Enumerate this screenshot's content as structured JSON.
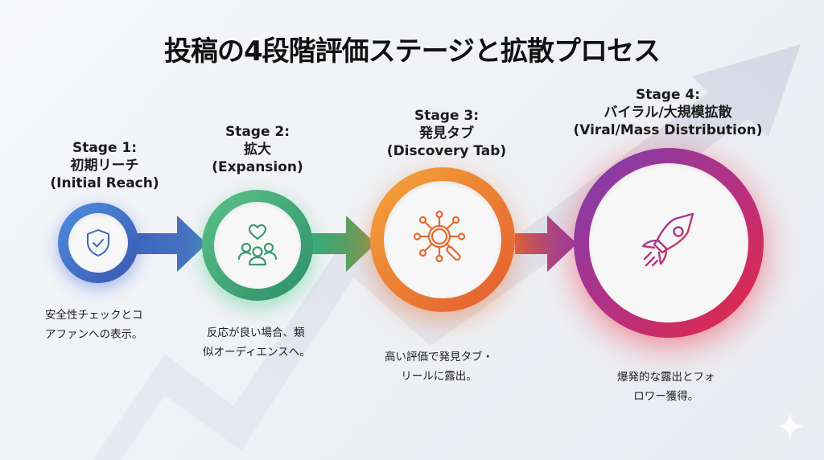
{
  "title": "投稿の4段階評価ステージと拡散プロセス",
  "stages": [
    {
      "heading": "Stage 1:",
      "name_ja": "初期リーチ",
      "name_en": "(Initial Reach)",
      "description_line1": "安全性チェックとコ",
      "description_line2": "アファンへの表示。",
      "icon": "shield-check-icon",
      "color_start": "#4f8fe0",
      "color_end": "#3a5fb8"
    },
    {
      "heading": "Stage 2:",
      "name_ja": "拡大",
      "name_en": "(Expansion)",
      "description_line1": "反応が良い場合、類",
      "description_line2": "似オーディエンスへ。",
      "icon": "people-heart-icon",
      "color_start": "#5cc28a",
      "color_end": "#2e9a6e"
    },
    {
      "heading": "Stage 3:",
      "name_ja": "発見タブ",
      "name_en": "(Discovery Tab)",
      "description_line1": "高い評価で発見タブ・",
      "description_line2": "リールに露出。",
      "icon": "network-search-icon",
      "color_start": "#f2a13a",
      "color_end": "#e4572e"
    },
    {
      "heading": "Stage 4:",
      "name_ja": "バイラル/大規模拡散",
      "name_en": "(Viral/Mass Distribution)",
      "description_line1": "爆発的な露出とフォ",
      "description_line2": "ロワー獲得。",
      "icon": "rocket-icon",
      "color_start": "#7b3fb0",
      "color_end": "#e8283e"
    }
  ],
  "background_color": "#f2f3f6",
  "trend_arrow_color": "#d9dbe8"
}
